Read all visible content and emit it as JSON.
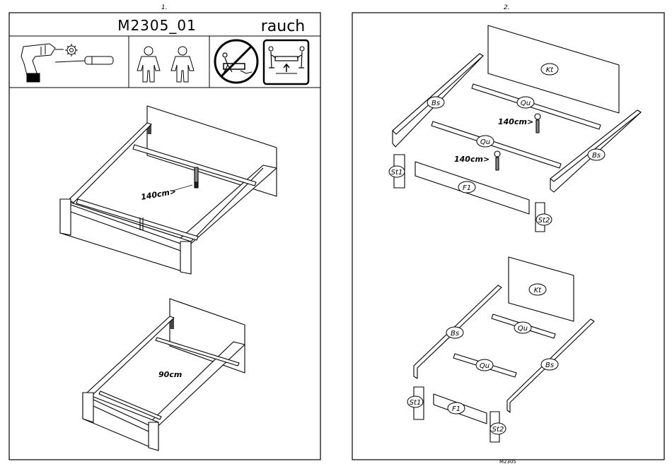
{
  "page_left": {
    "page_number": "1.",
    "title": "M2305_01",
    "brand": "rauch",
    "icons": [
      "drill-icon",
      "torx-bit-icon",
      "screwdriver-icon",
      "two-persons-icon",
      "no-drag-icon",
      "lift-together-icon"
    ],
    "measure_wide": "140cm>",
    "measure_narrow": "90cm"
  },
  "page_right": {
    "page_number": "2.",
    "parts": {
      "kt": "Kt",
      "bs": "Bs",
      "qu": "Qu",
      "st1": "St1",
      "st2": "St2",
      "f1": "F1"
    },
    "measure_1": "140cm>",
    "measure_2": "140cm>",
    "footer_code": "M2305"
  }
}
